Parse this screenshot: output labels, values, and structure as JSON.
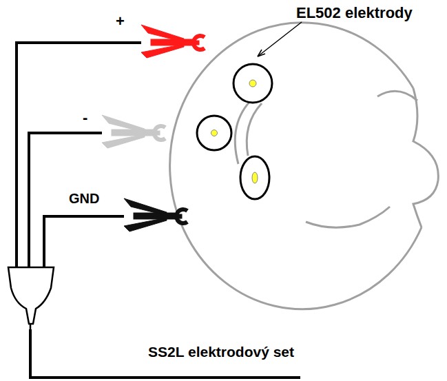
{
  "diagram": {
    "labels": [
      "+",
      "-",
      "GND",
      "EL502 elektrody",
      "SS2L elektrodový set"
    ]
  }
}
